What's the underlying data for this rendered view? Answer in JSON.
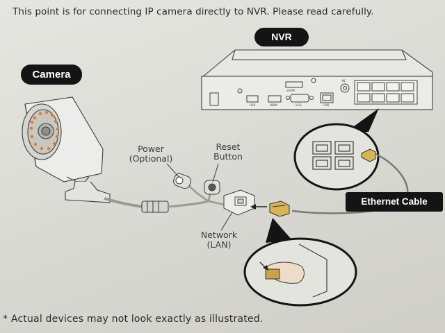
{
  "heading": "This point is for connecting IP camera directly to NVR. Please read carefully.",
  "footnote": "* Actual devices may not look exactly as illustrated.",
  "callouts": {
    "nvr": "NVR",
    "camera": "Camera",
    "ethernet_cable": "Ethernet Cable"
  },
  "connectors": {
    "power_line1": "Power",
    "power_line2": "(Optional)",
    "reset_line1": "Reset",
    "reset_line2": "Button",
    "network_line1": "Network",
    "network_line2": "(LAN)"
  },
  "nvr_port_labels": {
    "esata": "eSATA",
    "usb": "USB",
    "hdmi": "HDMI",
    "vga": "VGA",
    "lan": "LAN",
    "in": "IN"
  }
}
